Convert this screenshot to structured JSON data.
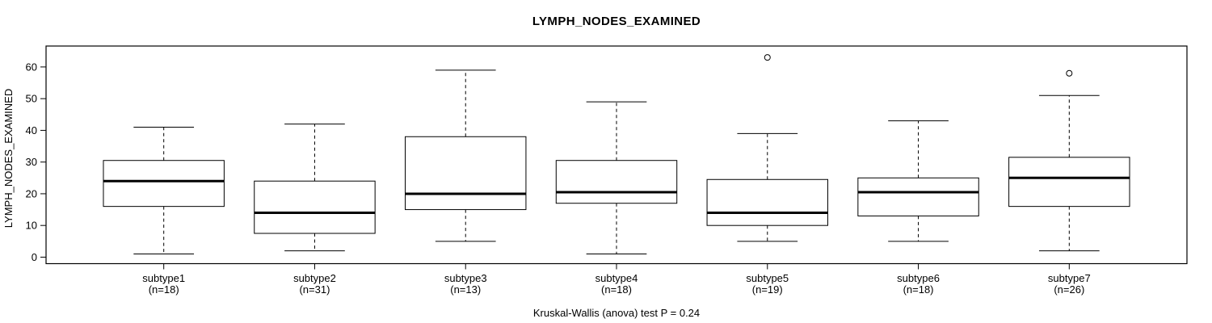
{
  "figure": {
    "title": "LYMPH_NODES_EXAMINED",
    "ylabel": "LYMPH_NODES_EXAMINED",
    "caption": "Kruskal-Wallis (anova) test P = 0.24"
  },
  "colors": {
    "stroke": "#000000",
    "background": "#ffffff"
  },
  "chart_data": {
    "type": "boxplot",
    "title": "LYMPH_NODES_EXAMINED",
    "ylabel": "LYMPH_NODES_EXAMINED",
    "xlabel": "",
    "caption": "Kruskal-Wallis (anova) test P = 0.24",
    "grid": false,
    "legend": false,
    "yticks": [
      0,
      10,
      20,
      30,
      40,
      50,
      60
    ],
    "ylim": [
      -2.05,
      66.6
    ],
    "xlim": [
      0.22,
      7.78
    ],
    "box_width": 0.8,
    "cap_width": 0.4,
    "categories": [
      "subtype1",
      "subtype2",
      "subtype3",
      "subtype4",
      "subtype5",
      "subtype6",
      "subtype7"
    ],
    "sublabels": [
      "(n=18)",
      "(n=31)",
      "(n=13)",
      "(n=18)",
      "(n=19)",
      "(n=18)",
      "(n=26)"
    ],
    "series": [
      {
        "name": "subtype1",
        "n": 18,
        "whisker_low": 1,
        "q1": 16,
        "median": 24,
        "q3": 30.5,
        "whisker_high": 41,
        "outliers": []
      },
      {
        "name": "subtype2",
        "n": 31,
        "whisker_low": 2,
        "q1": 7.5,
        "median": 14,
        "q3": 24,
        "whisker_high": 42,
        "outliers": []
      },
      {
        "name": "subtype3",
        "n": 13,
        "whisker_low": 5,
        "q1": 15,
        "median": 20,
        "q3": 38,
        "whisker_high": 59,
        "outliers": []
      },
      {
        "name": "subtype4",
        "n": 18,
        "whisker_low": 1,
        "q1": 17,
        "median": 20.5,
        "q3": 30.5,
        "whisker_high": 49,
        "outliers": []
      },
      {
        "name": "subtype5",
        "n": 19,
        "whisker_low": 5,
        "q1": 10,
        "median": 14,
        "q3": 24.5,
        "whisker_high": 39,
        "outliers": [
          63
        ]
      },
      {
        "name": "subtype6",
        "n": 18,
        "whisker_low": 5,
        "q1": 13,
        "median": 20.5,
        "q3": 25,
        "whisker_high": 43,
        "outliers": []
      },
      {
        "name": "subtype7",
        "n": 26,
        "whisker_low": 2,
        "q1": 16,
        "median": 25,
        "q3": 31.5,
        "whisker_high": 51,
        "outliers": [
          58
        ]
      }
    ]
  }
}
